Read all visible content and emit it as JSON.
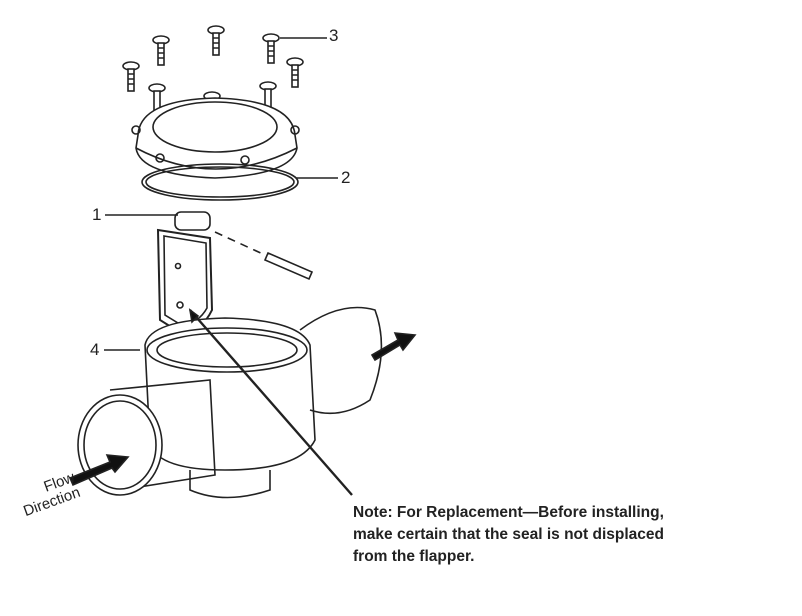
{
  "callouts": {
    "c1": "1",
    "c2": "2",
    "c3": "3",
    "c4": "4"
  },
  "flow_label": {
    "line1": "Flow",
    "line2": "Direction"
  },
  "note": {
    "line1": "Note: For Replacement—Before installing,",
    "line2": "make certain that the seal is not displaced",
    "line3": "from the flapper."
  }
}
